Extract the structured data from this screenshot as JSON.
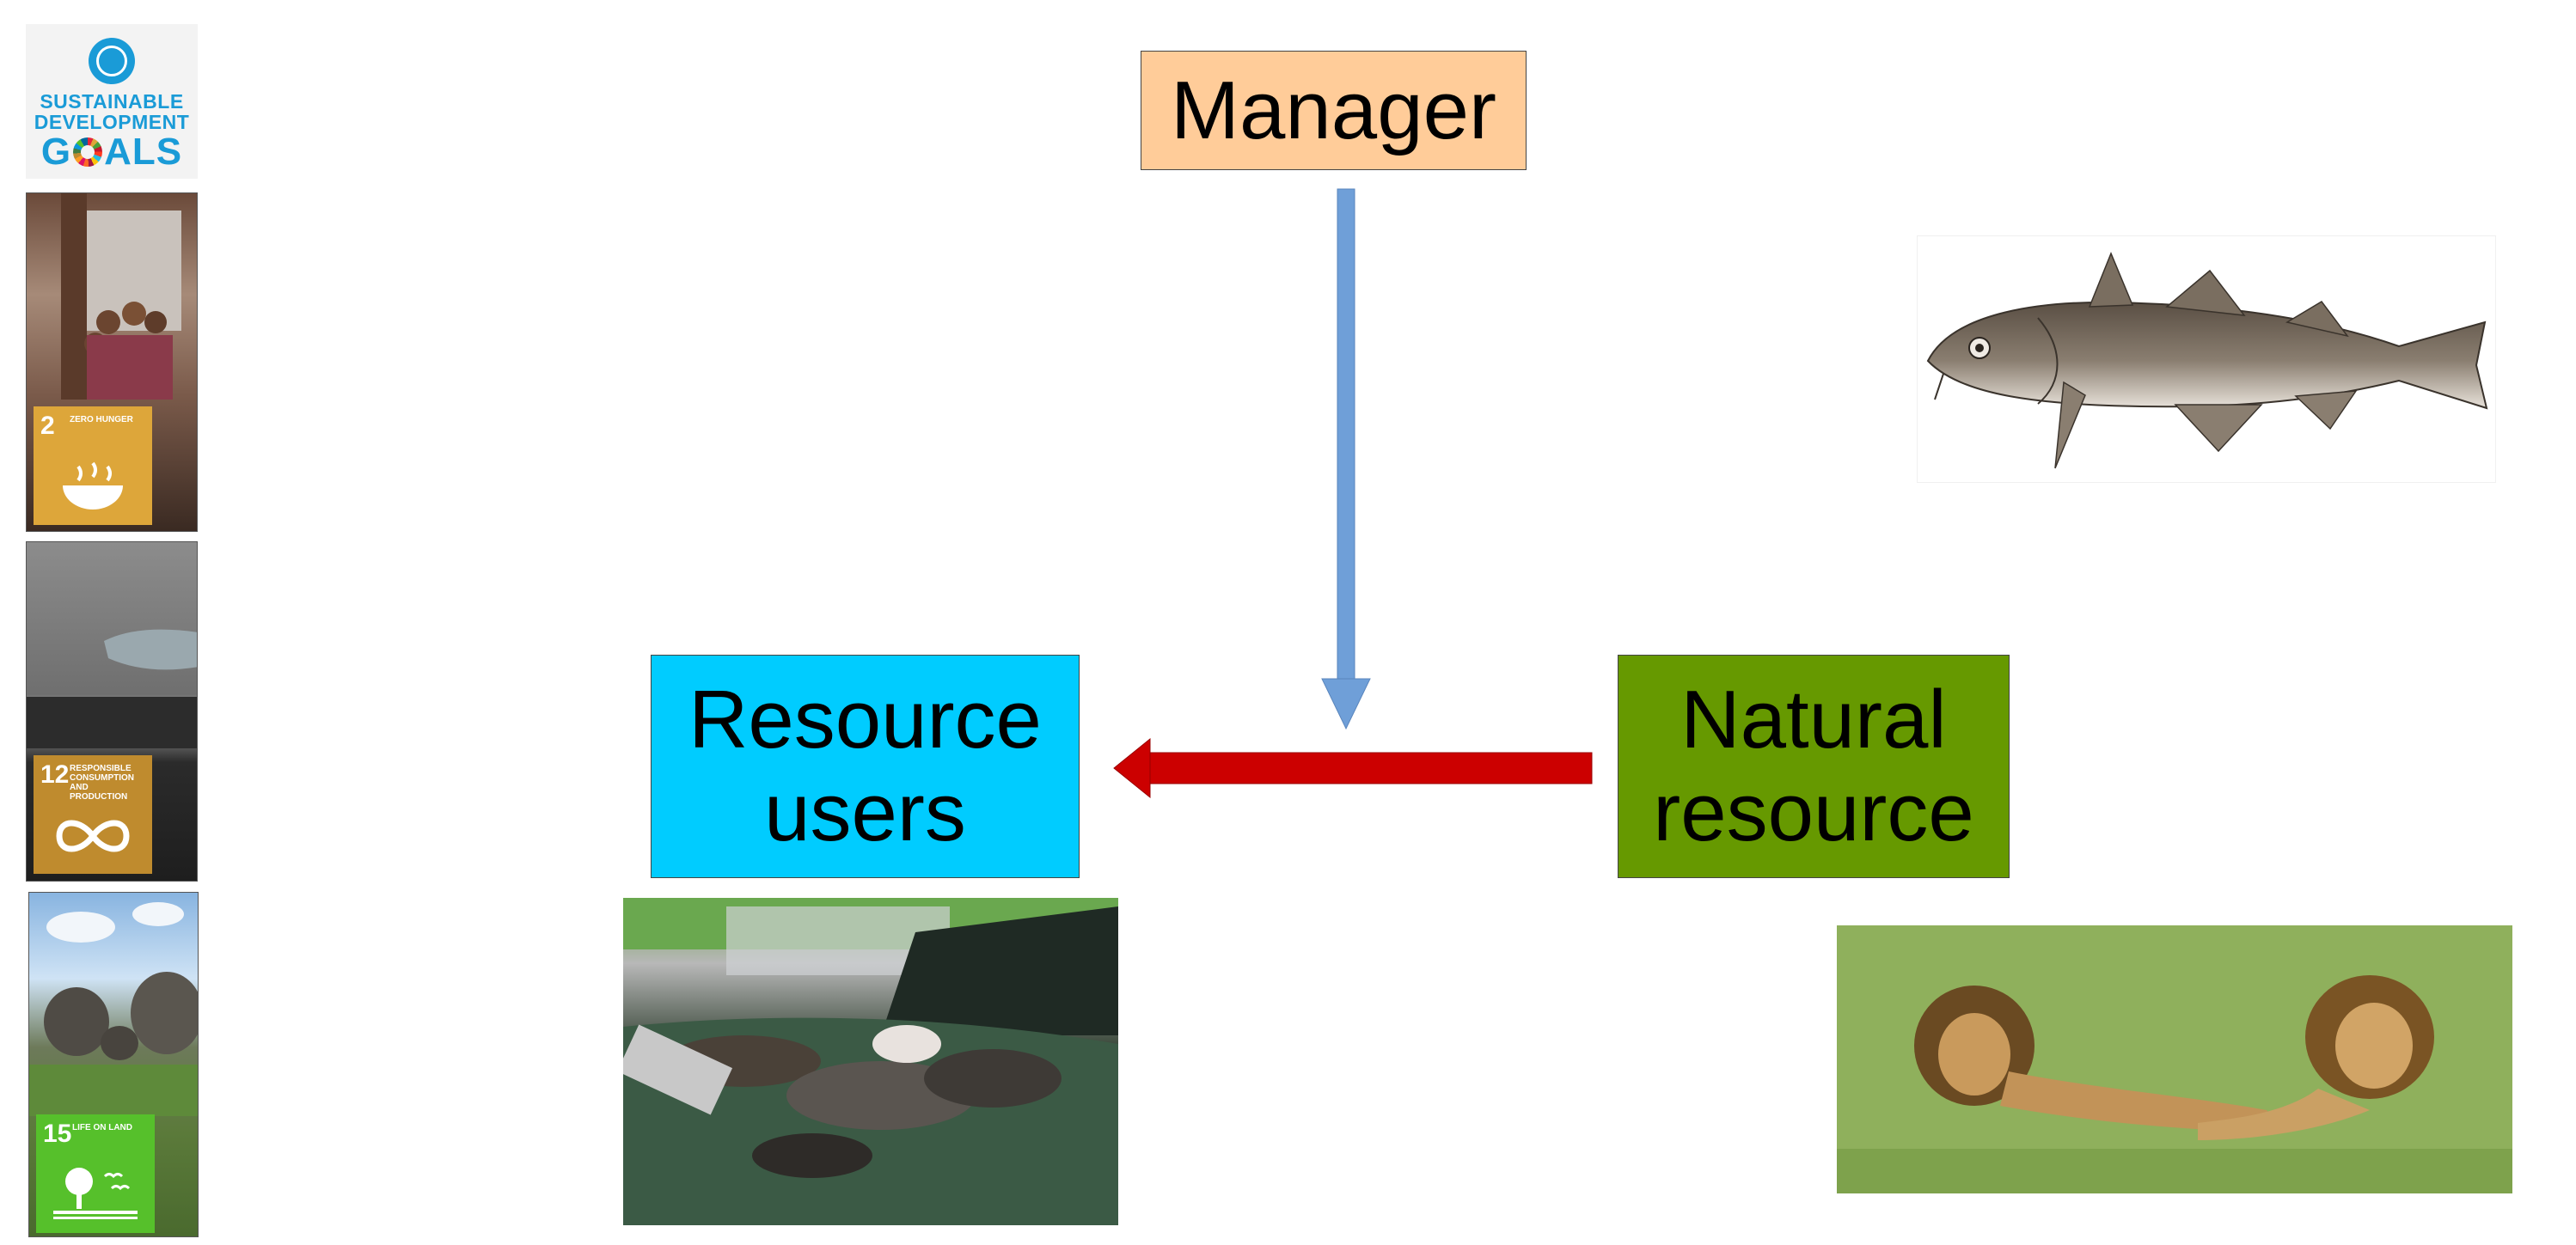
{
  "diagram": {
    "manager": {
      "label": "Manager",
      "color": "#ffcc99"
    },
    "resource_users": {
      "line1": "Resource",
      "line2": "users",
      "color": "#00ccff"
    },
    "natural_resource": {
      "line1": "Natural",
      "line2": "resource",
      "color": "#669900"
    },
    "arrows": {
      "manager_to_link": {
        "color": "#6f9fd8"
      },
      "resource_to_users": {
        "color": "#cc0000"
      }
    }
  },
  "sidebar": {
    "logo": {
      "line1": "SUSTAINABLE",
      "line2": "DEVELOPMENT",
      "goals_prefix": "G",
      "goals_suffix": "ALS"
    },
    "cards": [
      {
        "number": "2",
        "title": "ZERO HUNGER",
        "icon": "food-bowl-icon",
        "color": "#dda63a"
      },
      {
        "number": "12",
        "title": "RESPONSIBLE CONSUMPTION AND PRODUCTION",
        "icon": "infinity-icon",
        "color": "#bf8b2e"
      },
      {
        "number": "15",
        "title": "LIFE ON LAND",
        "icon": "tree-birds-icon",
        "color": "#56c02b"
      }
    ]
  },
  "images": {
    "fish": "cod-fish-illustration",
    "ducks": "hunted-ducks-on-car-hood",
    "lions": "two-lions-in-grass"
  }
}
